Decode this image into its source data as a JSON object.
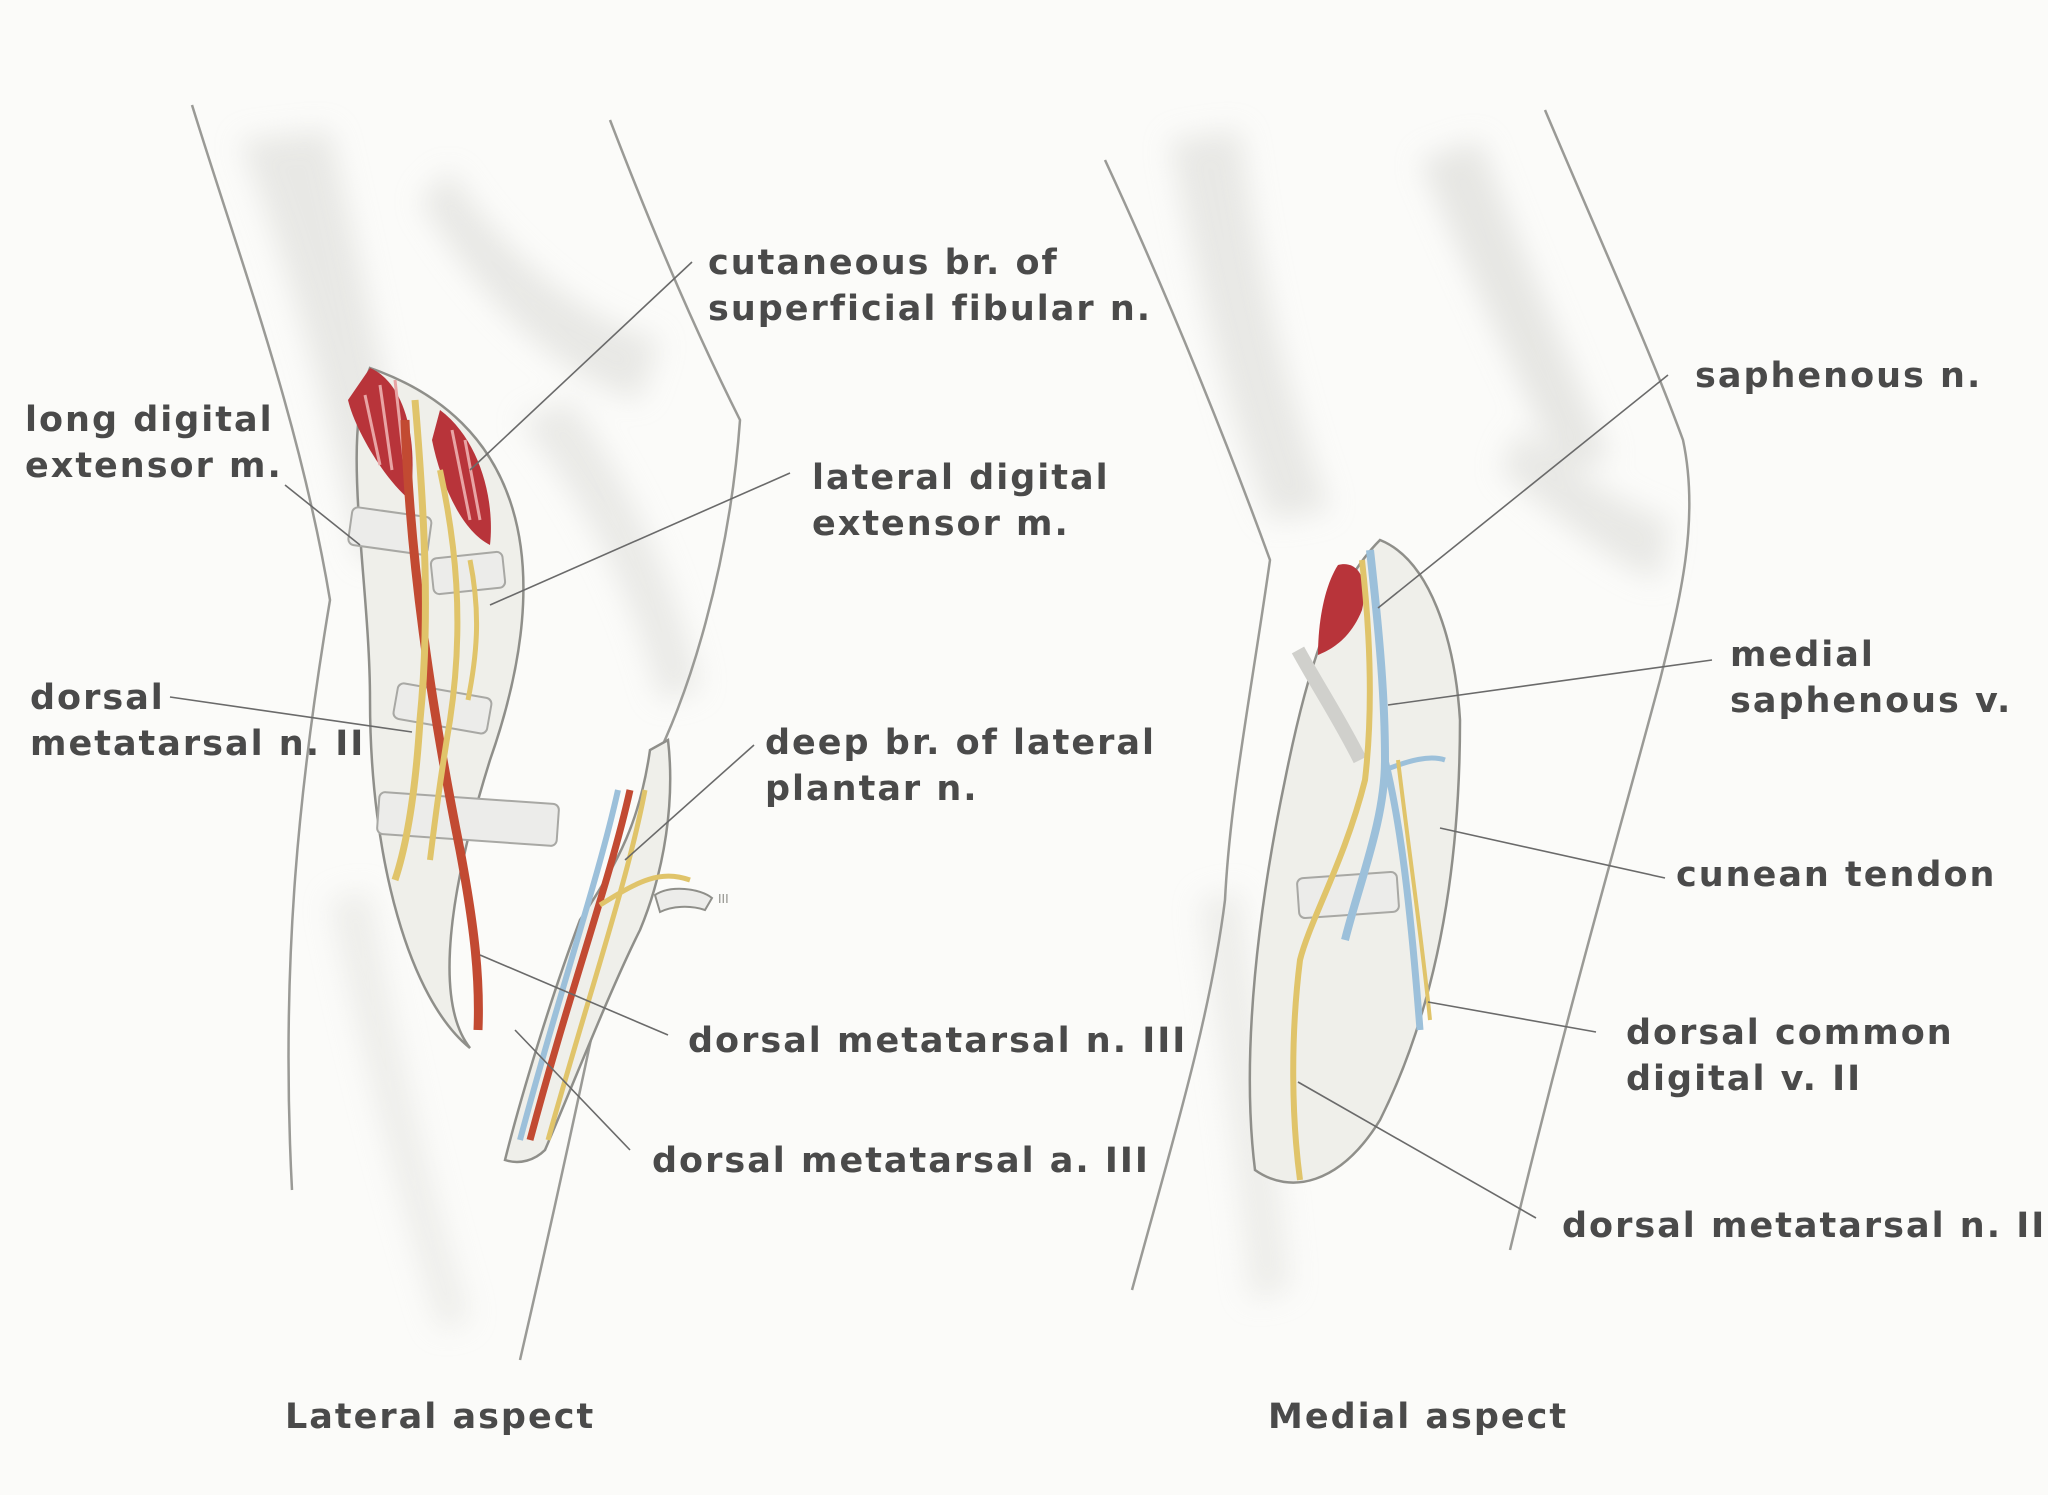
{
  "labels": {
    "cutaneous_br": [
      "cutaneous br. of",
      "superficial fibular n."
    ],
    "long_digital": [
      "long digital",
      "extensor m."
    ],
    "lateral_digital": [
      "lateral digital",
      "extensor m."
    ],
    "dorsal_mt_n2_left": [
      "dorsal",
      "metatarsal n. II"
    ],
    "deep_br": [
      "deep br. of lateral",
      "plantar n."
    ],
    "dorsal_mt_n3": [
      "dorsal metatarsal n. III"
    ],
    "dorsal_mt_a3": [
      "dorsal metatarsal a. III"
    ],
    "saphenous_n": [
      "saphenous n."
    ],
    "medial_saphenous_v": [
      "medial",
      "saphenous v."
    ],
    "cunean_tendon": [
      "cunean tendon"
    ],
    "dorsal_common_digital": [
      "dorsal common",
      "digital v. II"
    ],
    "dorsal_mt_n2_right": [
      "dorsal metatarsal n. II"
    ]
  },
  "captions": {
    "lateral": "Lateral aspect",
    "medial": "Medial aspect"
  },
  "colors": {
    "background": "#fbfbf9",
    "text": "#4a4a4a",
    "leader": "#6a6a6a",
    "outline": "#9a9a96",
    "shading": "#d9d9d5",
    "muscle": "#b8343a",
    "artery": "#c24a32",
    "nerve": "#e0c46a",
    "vein": "#9cc0da",
    "tendon": "#ececea"
  }
}
